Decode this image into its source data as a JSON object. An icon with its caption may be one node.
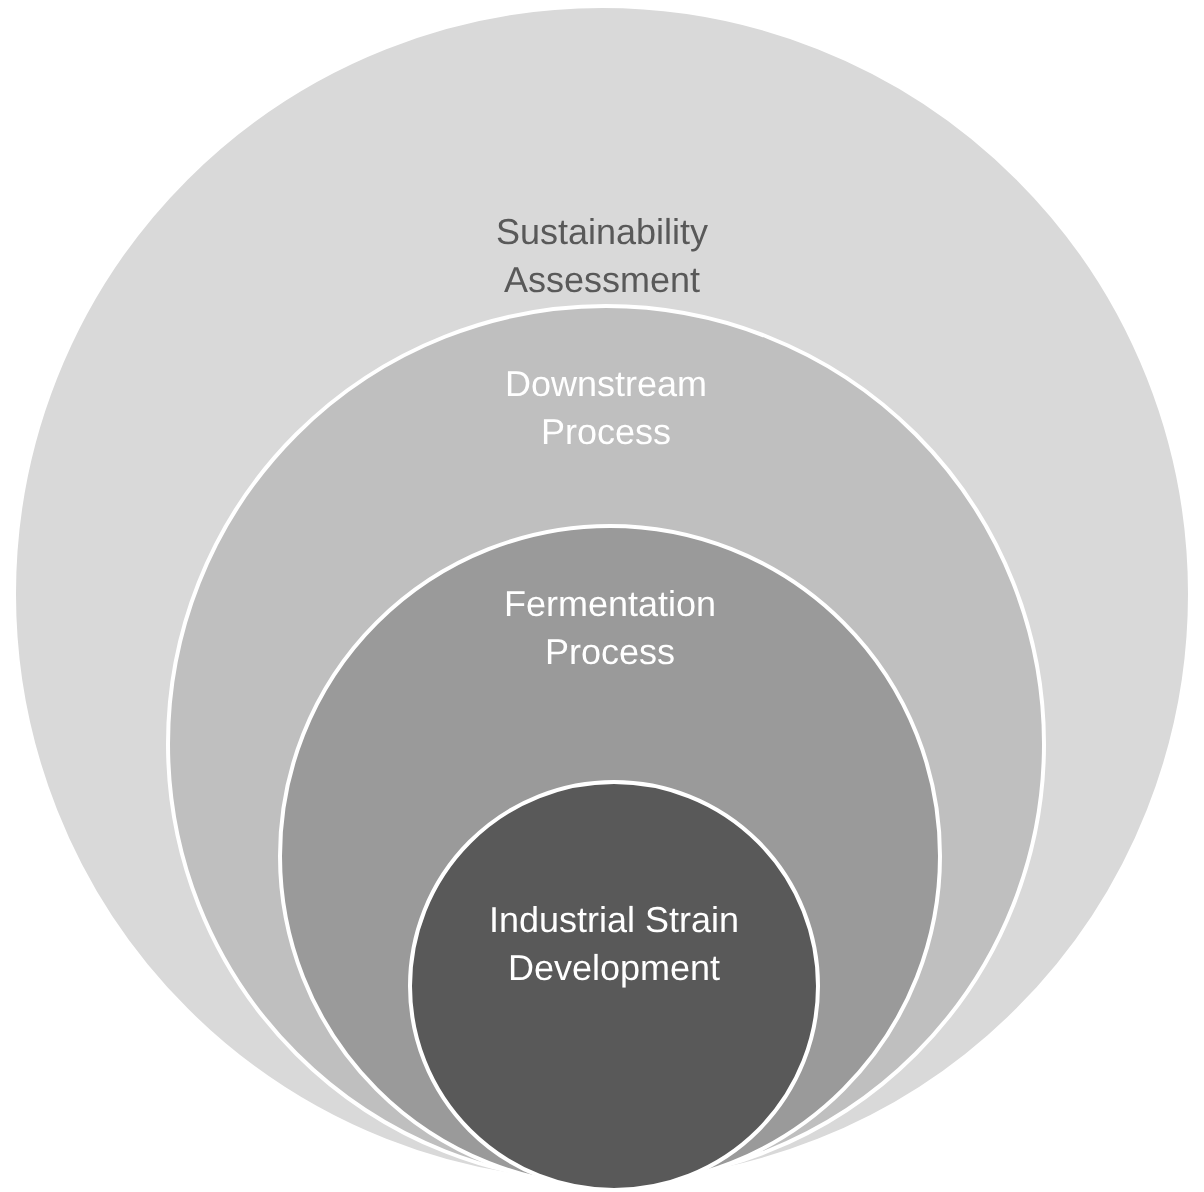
{
  "diagram": {
    "nodes": [
      {
        "text": [
          "Sustainability Assessment"
        ]
      },
      {
        "text": [
          "Downstream Process"
        ],
        "in": 0
      },
      {
        "text": [
          "Fermentation Process"
        ],
        "in": 1
      },
      {
        "text": [
          "Industrial Strain Development"
        ],
        "in": 2
      }
    ]
  }
}
